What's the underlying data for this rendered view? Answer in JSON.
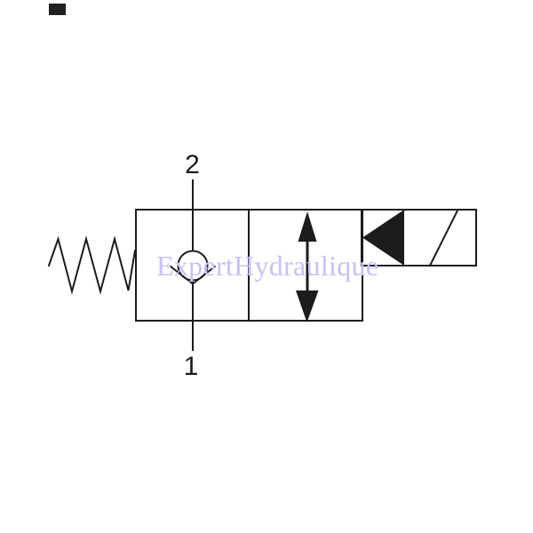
{
  "page": {
    "background": "#ffffff",
    "description": "Hydraulic 2-port solenoid cartridge valve schematic symbol"
  },
  "colors": {
    "line": "#1c1c1c",
    "watermark": "#c9c0f2",
    "artifact": "#202020"
  },
  "watermark": {
    "text": "ExpertHydraulique",
    "color": "#c9c0f2"
  },
  "labels": {
    "top_port": "2",
    "bottom_port": "1"
  },
  "symbols": {
    "spring": "zigzag spring on left side of valve body",
    "check_valve": "circle on V seat with vertical flow line between port 2 (top) and port 1 (bottom)",
    "flow_arrow": "vertical double-headed arrow in second valve position box",
    "solenoid": "rectangle with left-pointing solid triangle and diagonal slash on right side"
  }
}
